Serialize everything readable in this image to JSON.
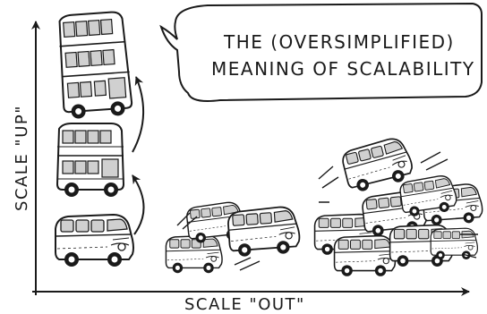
{
  "caption": {
    "line1": "THE (OVERSIMPLIFIED)",
    "line2": "MEANING OF SCALABILITY"
  },
  "axes": {
    "vertical_label": "SCALE \"UP\"",
    "horizontal_label": "SCALE \"OUT\""
  },
  "scale_up_stages": [
    "van",
    "double-decker bus",
    "triple-decker bus"
  ],
  "scale_out": {
    "vehicle": "van",
    "groups": [
      {
        "label": "",
        "count": 3
      },
      {
        "label": "",
        "count": 8
      }
    ]
  },
  "colors": {
    "ink": "#1a1a1a",
    "paper": "#ffffff",
    "shade": "#cfcfcf"
  }
}
